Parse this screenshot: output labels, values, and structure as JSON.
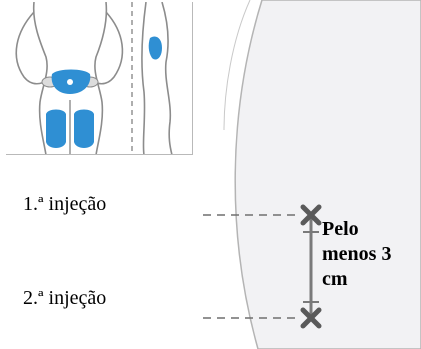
{
  "labels": {
    "first_injection": "1.ª injeção",
    "second_injection": "2.ª injeção"
  },
  "distance_label": {
    "line1": "Pelo",
    "line2": "menos 3",
    "line3": "cm"
  },
  "colors": {
    "injection_area": "#2f8fd3",
    "outline": "#8c8c8c",
    "marker": "#5a5a5a",
    "dashed_line": "#6f6f6f",
    "skin_panel": "#f2f2f4"
  },
  "icons": {
    "marker": "x-mark-icon",
    "body_figure": "body-silhouette-icon"
  }
}
